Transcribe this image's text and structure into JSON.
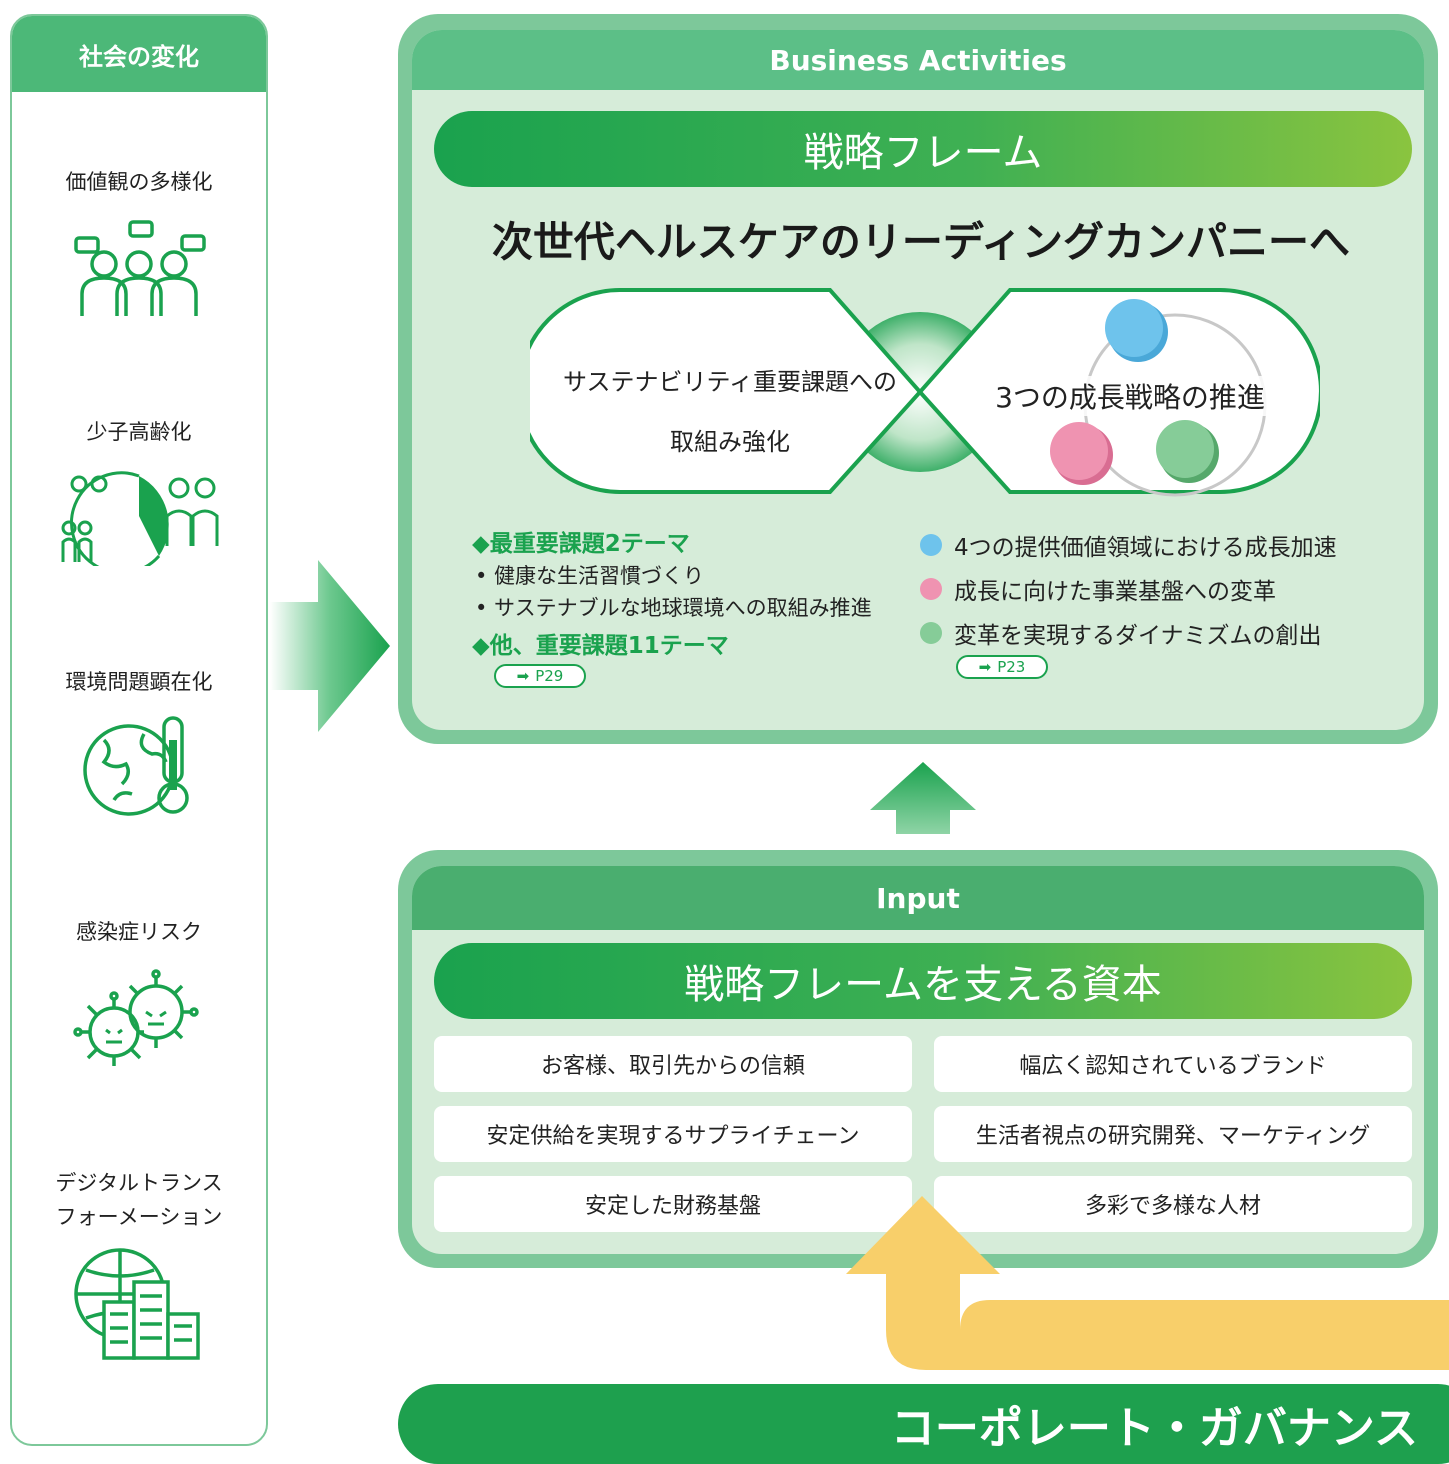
{
  "left": {
    "header": "社会の変化",
    "trends": [
      {
        "label": "価値観の多様化",
        "icon": "diverse-people-icon"
      },
      {
        "label": "少子高齢化",
        "icon": "aging-family-icon"
      },
      {
        "label": "環境問題顕在化",
        "icon": "globe-thermometer-icon"
      },
      {
        "label": "感染症リスク",
        "icon": "virus-icon"
      },
      {
        "label_line1": "デジタルトランス",
        "label_line2": "フォーメーション",
        "icon": "digital-city-icon"
      }
    ]
  },
  "business": {
    "header": "Business Activities",
    "strategy_title": "戦略フレーム",
    "vision": "次世代ヘルスケアのリーディングカンパニーへ",
    "loop_left_line1": "サステナビリティ重要課題への",
    "loop_left_line2": "取組み強化",
    "loop_right": "3つの成長戦略の推進",
    "left_list": {
      "heading1": "◆最重要課題2テーマ",
      "bullet1": "• 健康な生活習慣づくり",
      "bullet2": "• サステナブルな地球環境への取組み推進",
      "heading2": "◆他、重要課題11テーマ",
      "page_ref": "P29"
    },
    "right_list": {
      "item1": "4つの提供価値領域における成長加速",
      "item2": "成長に向けた事業基盤への変革",
      "item3": "変革を実現するダイナミズムの創出",
      "page_ref": "P23"
    }
  },
  "input": {
    "header": "Input",
    "capital_title": "戦略フレームを支える資本",
    "capitals": [
      "お客様、取引先からの信頼",
      "幅広く認知されているブランド",
      "安定供給を実現するサプライチェーン",
      "生活者視点の研究開発、マーケティング",
      "安定した財務基盤",
      "多彩で多様な人材"
    ]
  },
  "governance": "コーポレート・ガバナンス",
  "colors": {
    "green_dark": "#1aa24e",
    "green_light": "#7dc89a",
    "panel_bg": "#d6ecd9",
    "blue_dot": "#6ec3ec",
    "pink_dot": "#ef93b1",
    "mint_dot": "#86cc98",
    "yellow_arrow": "#f8cf6a"
  }
}
